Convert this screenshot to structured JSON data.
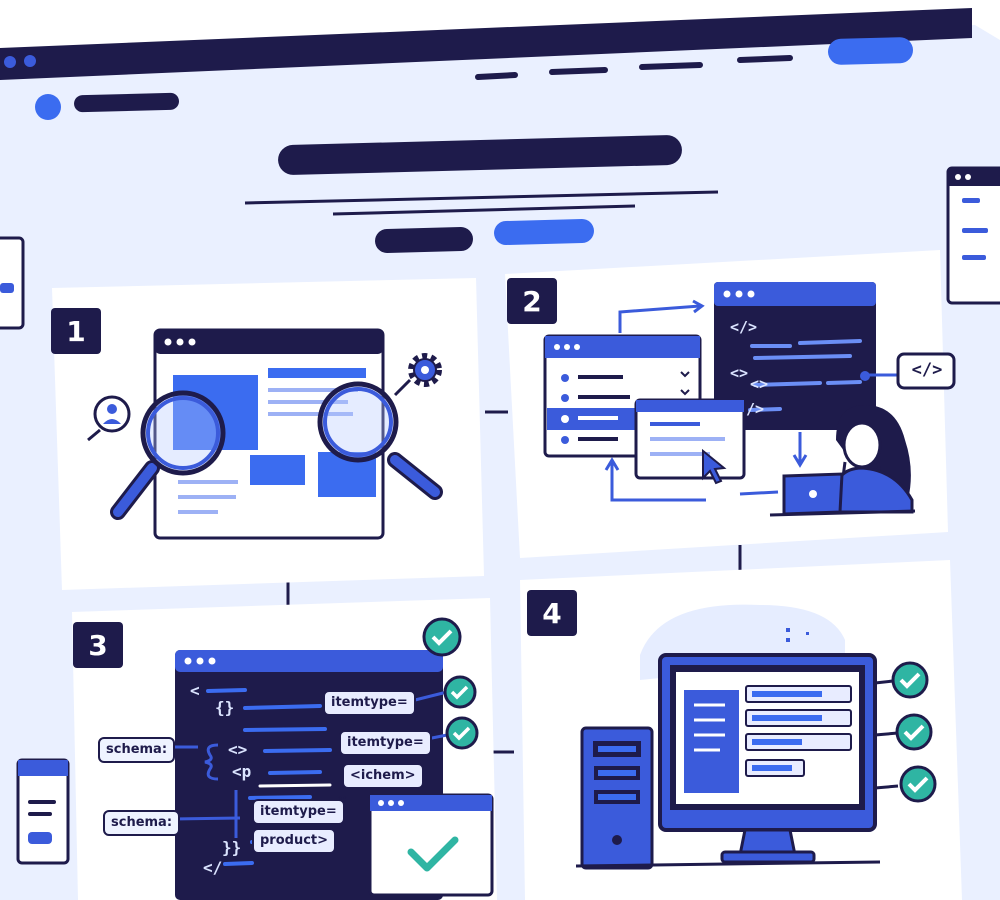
{
  "steps": [
    {
      "number": "1",
      "icon": "search-analysis-icon"
    },
    {
      "number": "2",
      "icon": "html-code-icon"
    },
    {
      "number": "3",
      "icon": "schema-markup-icon"
    },
    {
      "number": "4",
      "icon": "verified-computer-icon"
    }
  ],
  "step2": {
    "code_badge": "</>"
  },
  "step3": {
    "code_lines": [
      "<",
      "{}",
      "<>",
      "<p",
      "}}",
      "</"
    ],
    "tags": [
      "itemtype=",
      "itemtype=",
      "<ichem>",
      "itemtype=",
      "product>"
    ],
    "tag_superscript": "°°",
    "schema_labels": [
      "schema:",
      "schema:"
    ]
  },
  "step2_code_marks": [
    "</>",
    "<>",
    "<>",
    "/>"
  ],
  "colors": {
    "navy": "#1e1b4b",
    "blue": "#3b5bdb",
    "light_blue": "#e8ecff",
    "teal": "#2fb5a3",
    "background": "#eaf0ff"
  }
}
